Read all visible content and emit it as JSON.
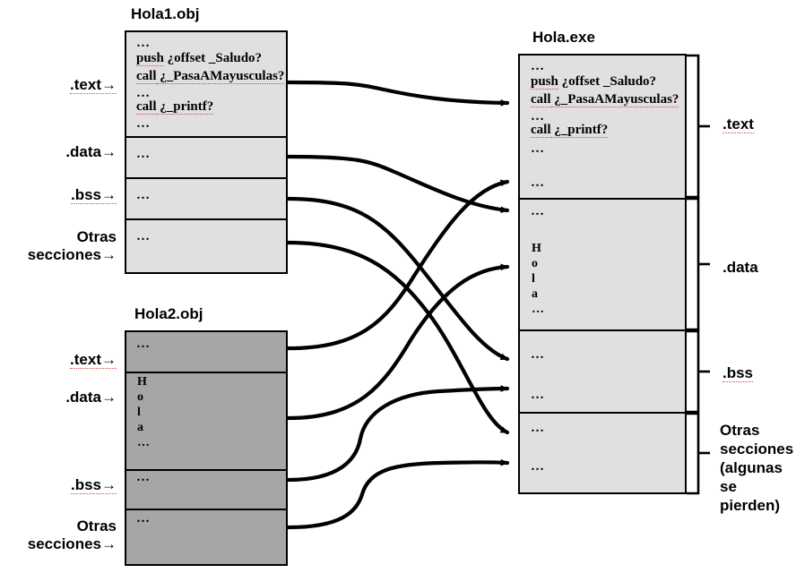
{
  "diagram": {
    "title_hola1": "Hola1.obj",
    "title_hola2": "Hola2.obj",
    "title_holaexe": "Hola.exe",
    "code_lines": {
      "l1": "…",
      "l2_kw": "push",
      "l2_rest": " ¿offset _Saludo?",
      "l3_kw": "call",
      "l3_rest": " ¿_PasaAMayusculas?",
      "l4": "…",
      "l5_kw": "call",
      "l5_rest": "  ¿_printf?",
      "l6": "…",
      "l7": "…"
    },
    "ellipsis": "…",
    "string_chars": [
      "H",
      "o",
      "l",
      "a",
      "…"
    ],
    "left_labels_obj1": [
      {
        "text": ".text",
        "arrow": "→",
        "underline": true
      },
      {
        "text": ".data",
        "arrow": "→",
        "underline": false
      },
      {
        "text": ".bss",
        "arrow": "→",
        "underline": true
      },
      {
        "text": "Otras\nsecciones",
        "arrow": "→",
        "underline": false
      }
    ],
    "left_labels_obj2": [
      {
        "text": ".text",
        "arrow": "→",
        "underline": true
      },
      {
        "text": ".data",
        "arrow": "→",
        "underline": false
      },
      {
        "text": ".bss",
        "arrow": "→",
        "underline": true
      },
      {
        "text": "Otras\nsecciones",
        "arrow": "→",
        "underline": false
      }
    ],
    "left_label_text_1": ".text→",
    "left_label_data_1": ".data→",
    "left_label_bss_1": ".bss→",
    "left_label_otras_1a": "Otras",
    "left_label_otras_1b": "secciones→",
    "left_label_text_2": ".text→",
    "left_label_data_2": ".data→",
    "left_label_bss_2": ".bss→",
    "left_label_otras_2a": "Otras",
    "left_label_otras_2b": "secciones→",
    "right_label_text": ".text",
    "right_label_data": ".data",
    "right_label_bss": ".bss",
    "right_label_otras_l1": "Otras",
    "right_label_otras_l2": "secciones",
    "right_label_otras_l3": "(algunas",
    "right_label_otras_l4": " se",
    "right_label_otras_l5": "pierden)",
    "colors": {
      "obj_light_fill": "#e0e0e0",
      "obj_dark_fill": "#a6a6a6",
      "stroke": "#000000",
      "spell_underline": "#d04a4a",
      "background": "#ffffff"
    },
    "link_count": 8
  }
}
